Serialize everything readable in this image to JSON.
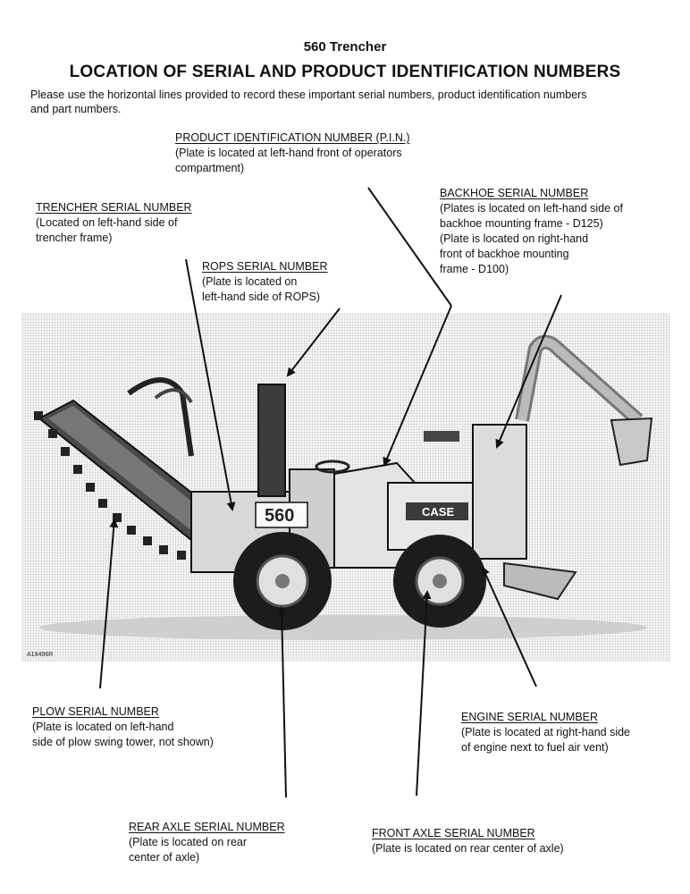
{
  "header": {
    "model": "560 Trencher",
    "title": "LOCATION OF SERIAL AND PRODUCT IDENTIFICATION NUMBERS",
    "intro": "Please use the horizontal lines provided to record these important serial numbers, product identification numbers and part numbers."
  },
  "labels": {
    "pin": {
      "heading": "PRODUCT IDENTIFICATION NUMBER (P.I.N.)",
      "lines": [
        "(Plate is located at left-hand front of operators",
        "compartment)"
      ]
    },
    "trencher": {
      "heading": "TRENCHER SERIAL NUMBER",
      "lines": [
        "(Located on left-hand side of",
        "trencher frame)"
      ]
    },
    "rops": {
      "heading": "ROPS SERIAL NUMBER",
      "lines": [
        "(Plate is located on",
        "left-hand side of ROPS)"
      ]
    },
    "backhoe": {
      "heading": "BACKHOE SERIAL NUMBER",
      "lines": [
        "(Plates is located on left-hand side of",
        "backhoe mounting frame - D125)",
        "(Plate is located on right-hand",
        "front of backhoe mounting",
        "frame - D100)"
      ]
    },
    "plow": {
      "heading": "PLOW SERIAL NUMBER",
      "lines": [
        "(Plate is located on left-hand",
        "side of plow swing tower, not shown)"
      ]
    },
    "engine": {
      "heading": "ENGINE SERIAL NUMBER",
      "lines": [
        "(Plate is located at right-hand side",
        "of engine next to fuel air vent)"
      ]
    },
    "rear_axle": {
      "heading": "REAR AXLE SERIAL NUMBER",
      "lines": [
        "(Plate is located on rear",
        "center of axle)"
      ]
    },
    "front_axle": {
      "heading": "FRONT AXLE SERIAL NUMBER",
      "lines": [
        "(Plate is located on rear center of axle)"
      ]
    }
  },
  "photo": {
    "model_plate": "560",
    "brand": "CASE",
    "figure_code": "A19496R"
  }
}
